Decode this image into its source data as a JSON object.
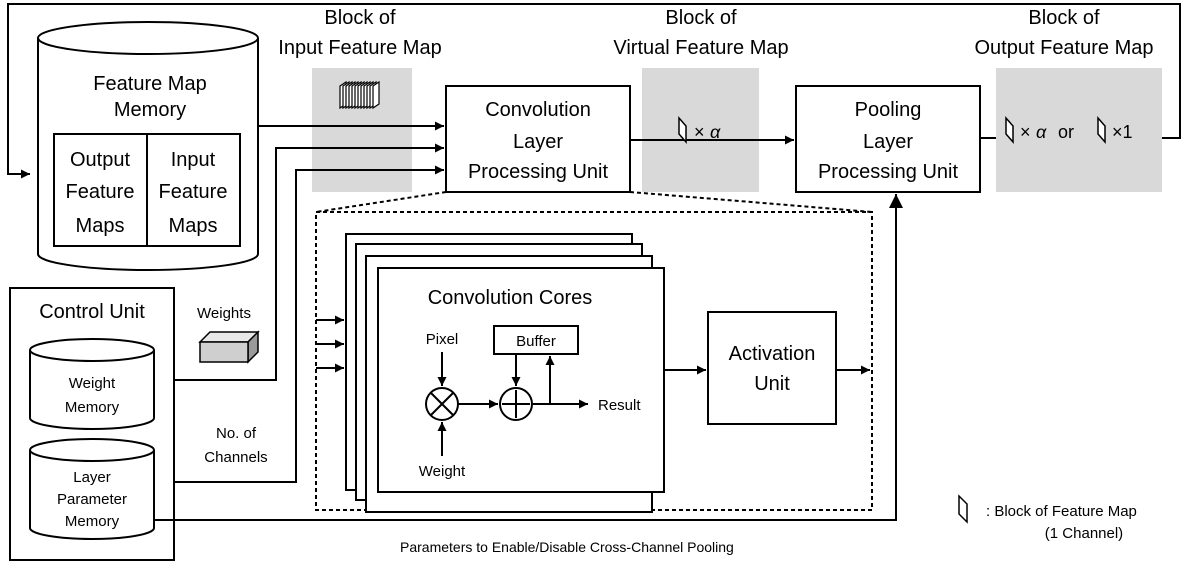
{
  "labels": {
    "block_input_l1": "Block of",
    "block_input_l2": "Input Feature Map",
    "block_virtual_l1": "Block of",
    "block_virtual_l2": "Virtual Feature Map",
    "block_output_l1": "Block of",
    "block_output_l2": "Output Feature Map",
    "fm_memory_l1": "Feature Map",
    "fm_memory_l2": "Memory",
    "output_fm_l1": "Output",
    "output_fm_l2": "Feature",
    "output_fm_l3": "Maps",
    "input_fm_l1": "Input",
    "input_fm_l2": "Feature",
    "input_fm_l3": "Maps",
    "conv_unit_l1": "Convolution",
    "conv_unit_l2": "Layer",
    "conv_unit_l3": "Processing Unit",
    "pool_unit_l1": "Pooling",
    "pool_unit_l2": "Layer",
    "pool_unit_l3": "Processing Unit",
    "virtual_mult": "×",
    "virtual_alpha": "α",
    "output_mult1": "×",
    "output_alpha": "α",
    "output_or": "or",
    "output_mult2": "×1",
    "control_unit": "Control Unit",
    "weights": "Weights",
    "weight_mem_l1": "Weight",
    "weight_mem_l2": "Memory",
    "layer_param_l1": "Layer",
    "layer_param_l2": "Parameter",
    "layer_param_l3": "Memory",
    "no_channels_l1": "No. of",
    "no_channels_l2": "Channels",
    "conv_cores": "Convolution Cores",
    "pixel": "Pixel",
    "weight": "Weight",
    "buffer": "Buffer",
    "result": "Result",
    "activation_l1": "Activation",
    "activation_l2": "Unit",
    "legend_l1": ": Block of Feature Map",
    "legend_l2": "(1 Channel)",
    "params_caption": "Parameters to Enable/Disable Cross-Channel Pooling"
  }
}
